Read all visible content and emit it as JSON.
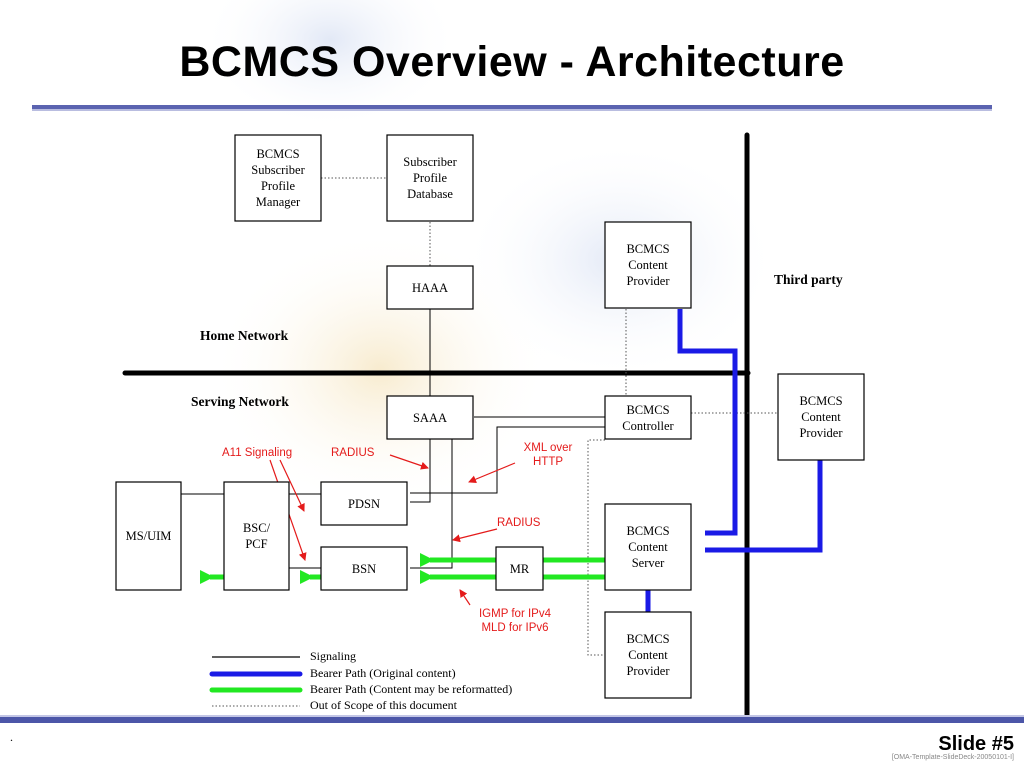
{
  "slide": {
    "title": "BCMCS Overview - Architecture",
    "slide_number": "Slide #5",
    "template_id": "[OMA-Template-SlideDeck-20050101-I]",
    "footer_dot": "."
  },
  "boxes": {
    "subscriber_profile_manager": "BCMCS\nSubscriber\nProfile\nManager",
    "subscriber_profile_database": "Subscriber\nProfile\nDatabase",
    "content_provider_top": "BCMCS\nContent\nProvider",
    "haaa": "HAAA",
    "content_provider_third_party": "BCMCS\nContent\nProvider",
    "saaa": "SAAA",
    "controller": "BCMCS\nController",
    "pdsn": "PDSN",
    "ms_uim": "MS/UIM",
    "bsc_pcf": "BSC/\nPCF",
    "bsn": "BSN",
    "mr": "MR",
    "content_server": "BCMCS\nContent\nServer",
    "content_provider_bottom": "BCMCS\nContent\nProvider"
  },
  "labels": {
    "home_network": "Home Network",
    "serving_network": "Serving Network",
    "third_party": "Third party"
  },
  "annotations": {
    "a11_signaling": "A11 Signaling",
    "radius_upper": "RADIUS",
    "xml_over_http": "XML over\nHTTP",
    "radius_lower": "RADIUS",
    "igmp_mld": "IGMP for IPv4\nMLD for IPv6"
  },
  "legend": [
    {
      "label": "Signaling",
      "style": "signaling"
    },
    {
      "label": "Bearer Path (Original content)",
      "style": "bearer-original"
    },
    {
      "label": "Bearer Path (Content may be reformatted)",
      "style": "bearer-reformatted"
    },
    {
      "label": "Out of Scope of this document",
      "style": "out-of-scope"
    }
  ],
  "colors": {
    "accent_rule": "#4c56a8",
    "bearer_original": "#1a1ae6",
    "bearer_reformatted": "#22e822",
    "annotation_red": "#e41b1b"
  }
}
